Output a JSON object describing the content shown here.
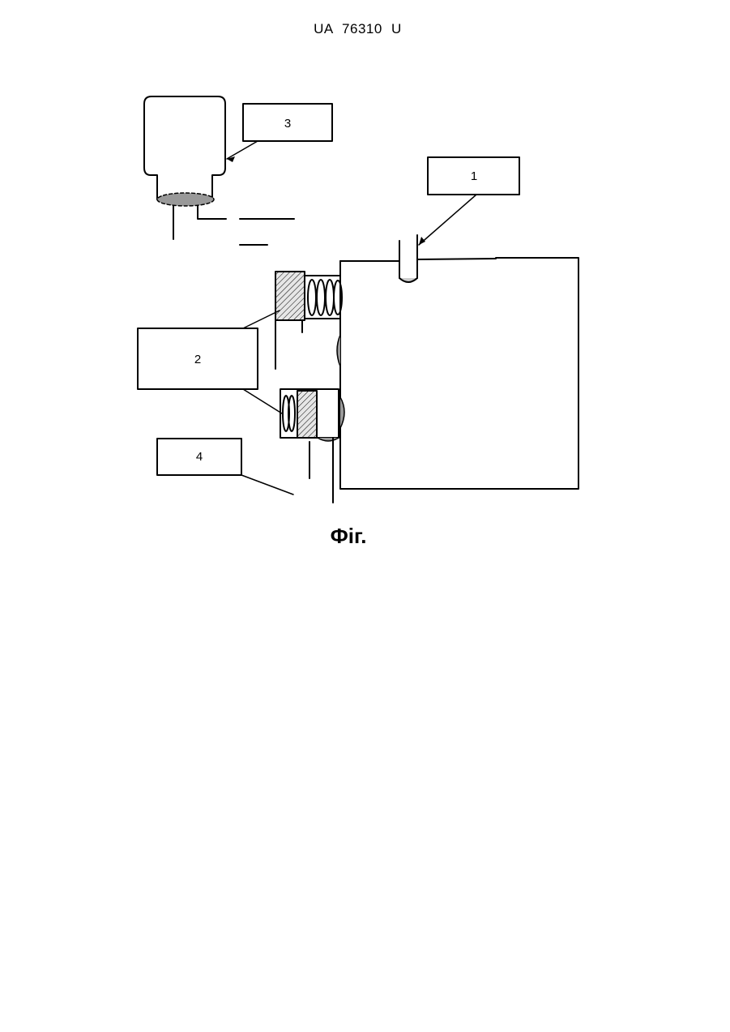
{
  "document": {
    "header": "UA 76310 U",
    "caption": "Фіг."
  },
  "labels": {
    "one": "1",
    "two": "2",
    "three": "3",
    "four": "4"
  },
  "colors": {
    "line": "#000000",
    "background": "#ffffff",
    "hatch_fill": "#e6e6e6"
  }
}
